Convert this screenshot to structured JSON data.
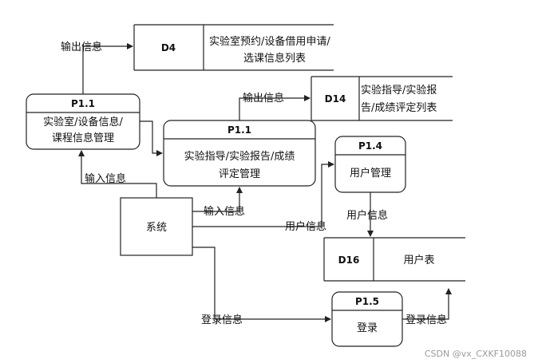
{
  "processes": {
    "p11a": {
      "id": "P1.1",
      "line1": "实验室/设备信息/",
      "line2": "课程信息管理"
    },
    "p11b": {
      "id": "P1.1",
      "line1": "实验指导/实验报告/成绩",
      "line2": "评定管理"
    },
    "p14": {
      "id": "P1.4",
      "line1": "用户管理"
    },
    "p15": {
      "id": "P1.5",
      "line1": "登录"
    }
  },
  "stores": {
    "d4": {
      "id": "D4",
      "line1": "实验室预约/设备借用申请/",
      "line2": "选课信息列表"
    },
    "d14": {
      "id": "D14",
      "line1": "实验指导/实验报",
      "line2": "告/成绩评定列表"
    },
    "d16": {
      "id": "D16",
      "line1": "用户表"
    }
  },
  "entity": {
    "name": "系统"
  },
  "flows": {
    "out1": "输出信息",
    "out2": "输出信息",
    "in1": "输入信息",
    "in2": "输入信息",
    "user_info_1": "用户信息",
    "user_info_2": "用户信息",
    "login_1": "登录信息",
    "login_2": "登录信息"
  },
  "watermark": "CSDN @vx_CXKF10088"
}
